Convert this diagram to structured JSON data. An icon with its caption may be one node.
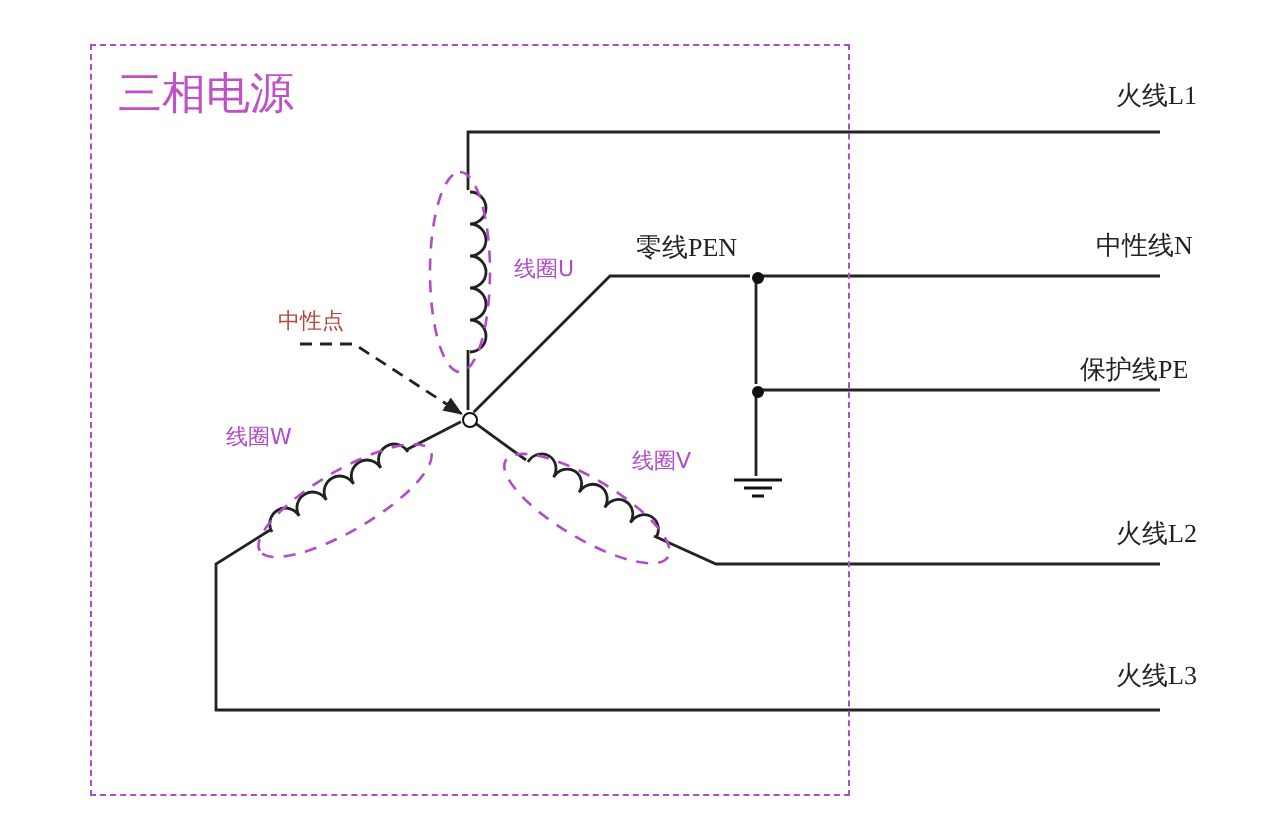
{
  "diagram": {
    "nodes": [
      {
        "text": [
          "三相电源"
        ]
      },
      {
        "text": [
          "线圈U"
        ],
        "in": 0
      },
      {
        "text": [
          "线圈V"
        ],
        "in": 0
      },
      {
        "text": [
          "线圈W"
        ],
        "in": 0
      },
      {
        "text": [
          "中性点"
        ],
        "in": 0
      },
      {
        "text": [],
        "shape": "circle",
        "in": 0
      },
      {
        "text": [],
        "shape": "circle",
        "in": 0
      },
      {
        "text": [],
        "shape": "circle",
        "in": 0
      },
      {
        "text": [],
        "shape": "ground",
        "in": 0
      }
    ],
    "edges": [
      {
        "from": 4,
        "to": 5,
        "arrow": "to",
        "style": "dashed"
      },
      {
        "from": 1,
        "to": 5,
        "arrow": "none"
      },
      {
        "from": 2,
        "to": 5,
        "arrow": "none"
      },
      {
        "from": 3,
        "to": 5,
        "arrow": "none"
      },
      {
        "from": 1,
        "to": null,
        "arrow": "none",
        "label": "火线L1"
      },
      {
        "from": 2,
        "to": null,
        "arrow": "none",
        "label": "火线L2"
      },
      {
        "from": 3,
        "to": null,
        "arrow": "none",
        "label": "火线L3"
      },
      {
        "from": 5,
        "to": 6,
        "arrow": "none",
        "label": "零线PEN"
      },
      {
        "from": 6,
        "to": null,
        "arrow": "none",
        "label": "中性线N"
      },
      {
        "from": 6,
        "to": 7,
        "arrow": "none"
      },
      {
        "from": 7,
        "to": null,
        "arrow": "none",
        "label": "保护线PE"
      },
      {
        "from": 7,
        "to": 8,
        "arrow": "none"
      }
    ]
  }
}
